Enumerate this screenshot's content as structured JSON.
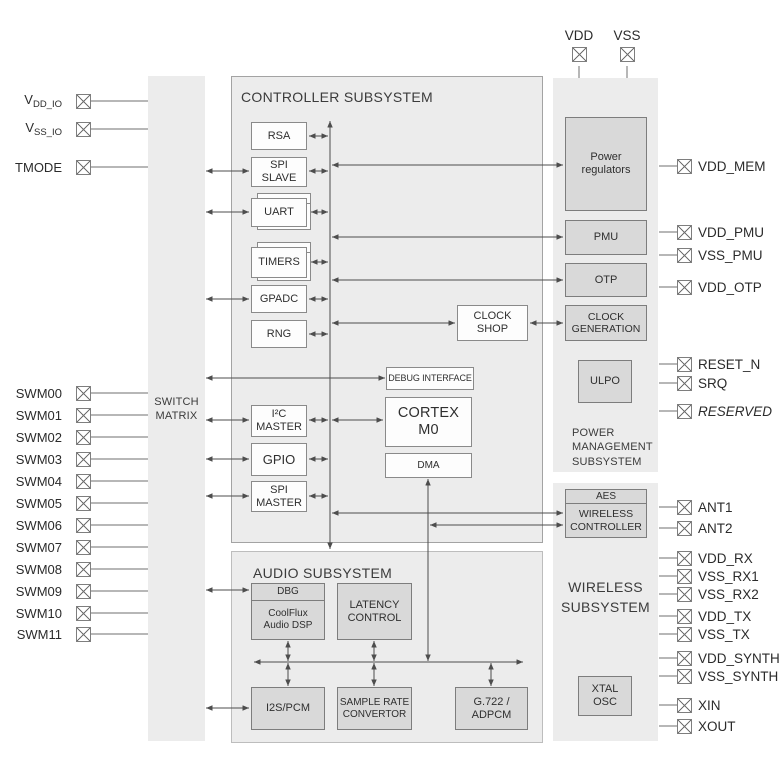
{
  "subsystems": {
    "switch_matrix": "SWITCH\nMATRIX",
    "controller": "CONTROLLER SUBSYSTEM",
    "audio": "AUDIO SUBSYSTEM",
    "power": "POWER\nMANAGEMENT\nSUBSYSTEM",
    "wireless": "WIRELESS\nSUBSYSTEM"
  },
  "blocks": {
    "rsa": "RSA",
    "spi_slave": "SPI\nSLAVE",
    "uart": "UART",
    "timers": "TIMERS",
    "gpadc": "GPADC",
    "rng": "RNG",
    "debug_interface": "DEBUG INTERFACE",
    "cortex_m0": "CORTEX\nM0",
    "dma": "DMA",
    "i2c_master": "I²C\nMASTER",
    "gpio": "GPIO",
    "spi_master": "SPI\nMASTER",
    "clock_shop": "CLOCK\nSHOP",
    "power_regulators": "Power\nregulators",
    "pmu": "PMU",
    "otp": "OTP",
    "clock_generation": "CLOCK\nGENERATION",
    "ulpo": "ULPO",
    "aes": "AES",
    "wireless_controller": "WIRELESS\nCONTROLLER",
    "xtal_osc": "XTAL\nOSC",
    "dbg": "DBG",
    "coolflux": "CoolFlux\nAudio DSP",
    "latency_control": "LATENCY\nCONTROL",
    "i2s_pcm": "I2S/PCM",
    "sample_rate": "SAMPLE RATE\nCONVERTOR",
    "g722": "G.722 /\nADPCM"
  },
  "pins": {
    "top": [
      "VDD",
      "VSS"
    ],
    "io": [
      {
        "base": "V",
        "sub": "DD_IO"
      },
      {
        "base": "V",
        "sub": "SS_IO"
      },
      {
        "label": "TMODE"
      }
    ],
    "swm": [
      "SWM00",
      "SWM01",
      "SWM02",
      "SWM03",
      "SWM04",
      "SWM05",
      "SWM06",
      "SWM07",
      "SWM08",
      "SWM09",
      "SWM10",
      "SWM11"
    ],
    "right": [
      "VDD_MEM",
      "VDD_PMU",
      "VSS_PMU",
      "VDD_OTP",
      "RESET_N",
      "SRQ",
      "RESERVED",
      "ANT1",
      "ANT2",
      "VDD_RX",
      "VSS_RX1",
      "VSS_RX2",
      "VDD_TX",
      "VSS_TX",
      "VDD_SYNTH",
      "VSS_SYNTH",
      "XIN",
      "XOUT"
    ]
  },
  "colors": {
    "subsystem_fill": "#ececec",
    "node_fill": "#fdfdfd",
    "gray_node_fill": "#d9d9d9",
    "line": "#4d4d4d"
  }
}
